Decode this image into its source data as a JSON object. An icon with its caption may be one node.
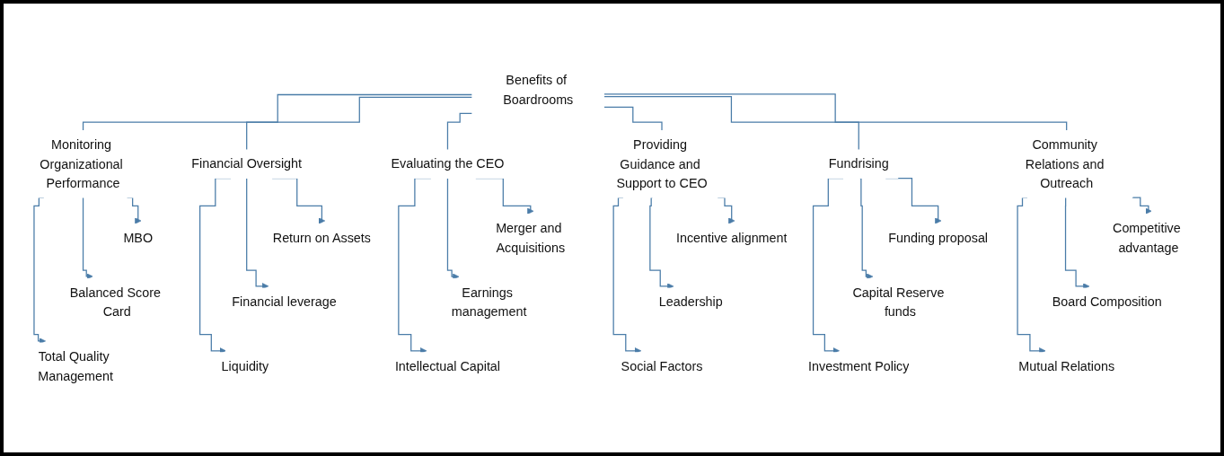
{
  "diagram": {
    "nodes": [
      {
        "text": [
          "Benefits of Boardrooms"
        ]
      },
      {
        "text": [
          "Monitoring Organizational Performance"
        ]
      },
      {
        "text": [
          "MBO"
        ]
      },
      {
        "text": [
          "Balanced Score Card"
        ]
      },
      {
        "text": [
          "Total Quality Management"
        ]
      },
      {
        "text": [
          "Financial Oversight"
        ]
      },
      {
        "text": [
          "Return on Assets"
        ]
      },
      {
        "text": [
          "Financial leverage"
        ]
      },
      {
        "text": [
          "Liquidity"
        ]
      },
      {
        "text": [
          "Evaluating the CEO"
        ]
      },
      {
        "text": [
          "Merger and Acquisitions"
        ]
      },
      {
        "text": [
          "Earnings management"
        ]
      },
      {
        "text": [
          "Intellectual Capital"
        ]
      },
      {
        "text": [
          "Providing Guidance and Support to CEO"
        ]
      },
      {
        "text": [
          "Incentive alignment"
        ]
      },
      {
        "text": [
          "Leadership"
        ]
      },
      {
        "text": [
          "Social Factors"
        ]
      },
      {
        "text": [
          "Fundrising"
        ]
      },
      {
        "text": [
          "Funding proposal"
        ]
      },
      {
        "text": [
          "Capital Reserve funds"
        ]
      },
      {
        "text": [
          "Investment Policy"
        ]
      },
      {
        "text": [
          "Community Relations and Outreach"
        ]
      },
      {
        "text": [
          "Competitive advantage"
        ]
      },
      {
        "text": [
          "Board Composition"
        ]
      },
      {
        "text": [
          "Mutual Relations"
        ]
      }
    ],
    "edges": [
      {
        "from": 0,
        "to": 1,
        "arrow": "none"
      },
      {
        "from": 0,
        "to": 5,
        "arrow": "none"
      },
      {
        "from": 0,
        "to": 9,
        "arrow": "none"
      },
      {
        "from": 0,
        "to": 13,
        "arrow": "none"
      },
      {
        "from": 0,
        "to": 17,
        "arrow": "none"
      },
      {
        "from": 0,
        "to": 21,
        "arrow": "none"
      },
      {
        "from": 1,
        "to": 2,
        "arrow": "to"
      },
      {
        "from": 1,
        "to": 3,
        "arrow": "to"
      },
      {
        "from": 1,
        "to": 4,
        "arrow": "to"
      },
      {
        "from": 5,
        "to": 6,
        "arrow": "to"
      },
      {
        "from": 5,
        "to": 7,
        "arrow": "to"
      },
      {
        "from": 5,
        "to": 8,
        "arrow": "to"
      },
      {
        "from": 9,
        "to": 10,
        "arrow": "to"
      },
      {
        "from": 9,
        "to": 11,
        "arrow": "to"
      },
      {
        "from": 9,
        "to": 12,
        "arrow": "to"
      },
      {
        "from": 13,
        "to": 14,
        "arrow": "to"
      },
      {
        "from": 13,
        "to": 15,
        "arrow": "to"
      },
      {
        "from": 13,
        "to": 16,
        "arrow": "to"
      },
      {
        "from": 17,
        "to": 18,
        "arrow": "to"
      },
      {
        "from": 17,
        "to": 19,
        "arrow": "to"
      },
      {
        "from": 17,
        "to": 20,
        "arrow": "to"
      },
      {
        "from": 21,
        "to": 22,
        "arrow": "to"
      },
      {
        "from": 21,
        "to": 23,
        "arrow": "to"
      },
      {
        "from": 21,
        "to": 24,
        "arrow": "to"
      }
    ]
  }
}
